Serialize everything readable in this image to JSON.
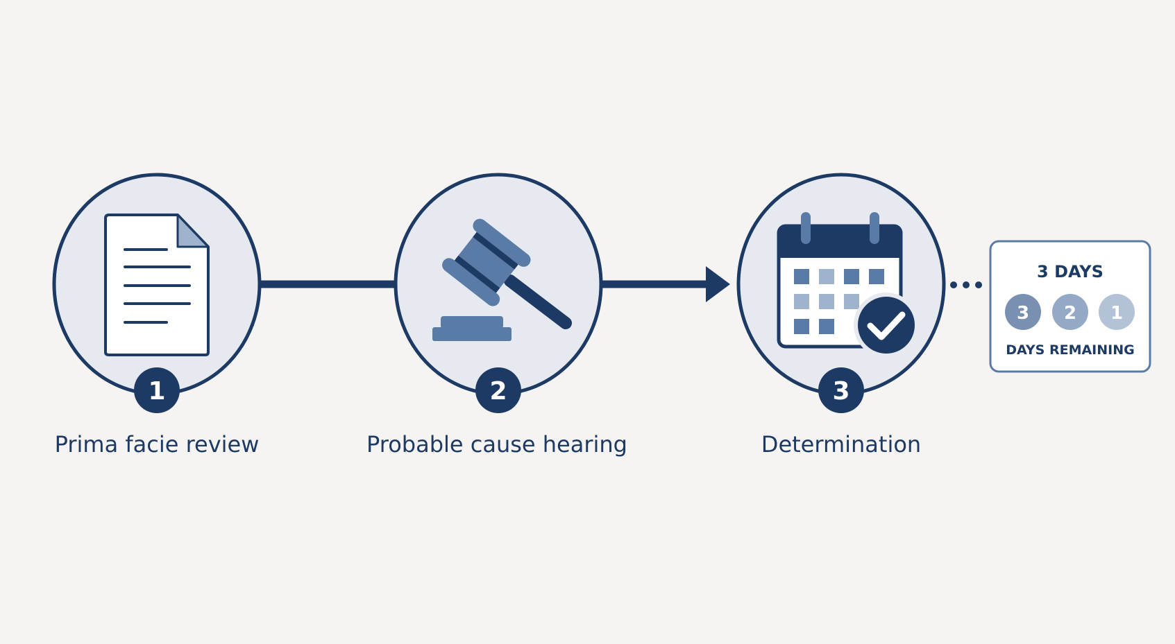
{
  "steps": [
    {
      "number": "1",
      "label": "Prima facie review",
      "icon": "document-icon"
    },
    {
      "number": "2",
      "label": "Probable cause hearing",
      "icon": "gavel-icon"
    },
    {
      "number": "3",
      "label": "Determination",
      "icon": "calendar-check-icon"
    }
  ],
  "countdown": {
    "title": "3 DAYS",
    "days": [
      "3",
      "2",
      "1"
    ],
    "caption": "DAYS REMAINING"
  },
  "colors": {
    "background": "#f6f4f2",
    "navy": "#1c3a63",
    "circle_fill": "#e6eaf0",
    "steel_blue": "#5a7ba6",
    "light_blue": "#9fb3cc"
  }
}
